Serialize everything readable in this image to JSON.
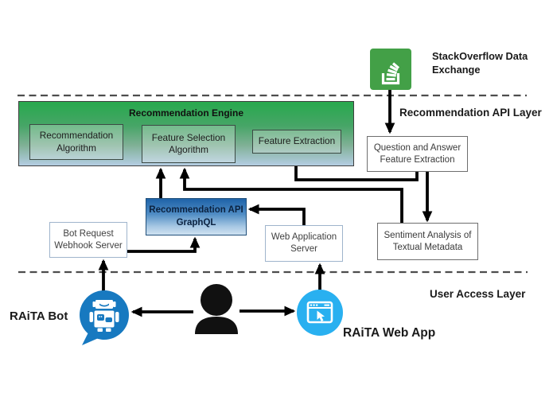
{
  "stackoverflow": {
    "label": "StackOverflow Data Exchange",
    "brand_color": "#43a047"
  },
  "layers": {
    "api": {
      "label": "Recommendation API Layer"
    },
    "user": {
      "label": "User Access Layer"
    }
  },
  "engine": {
    "title": "Recommendation Engine",
    "gradient_top": "#27a94d",
    "gradient_bottom": "#b4cde3",
    "boxes": [
      {
        "label": "Recommendation Algorithm"
      },
      {
        "label": "Feature Selection Algorithm"
      },
      {
        "label": "Feature Extraction"
      }
    ]
  },
  "nodes": {
    "qa_extraction": {
      "label": "Question and Answer Feature Extraction"
    },
    "sentiment": {
      "label": "Sentiment Analysis of Textual Metadata"
    },
    "graphql": {
      "label": "Recommendation API GraphQL",
      "gradient_top": "#1f63a8",
      "gradient_bottom": "#cfe2f1"
    },
    "bot_server": {
      "label": "Bot Request Webhook Server"
    },
    "web_server": {
      "label": "Web Application Server"
    }
  },
  "actors": {
    "bot": {
      "label": "RAiTA Bot",
      "color": "#1779c0"
    },
    "web_app": {
      "label": "RAiTA Web App",
      "color": "#29b0f0"
    },
    "user": {
      "color": "#111111"
    }
  },
  "edges": [
    {
      "from": "stackoverflow-data-exchange",
      "to": "question-answer-feature-extraction"
    },
    {
      "from": "question-answer-feature-extraction",
      "to": "feature-extraction"
    },
    {
      "from": "question-answer-feature-extraction",
      "to": "sentiment-analysis"
    },
    {
      "from": "sentiment-analysis",
      "to": "feature-selection-algorithm"
    },
    {
      "from": "recommendation-api-graphql",
      "to": "feature-selection-algorithm"
    },
    {
      "from": "feature-selection-algorithm",
      "to": "recommendation-algorithm"
    },
    {
      "from": "feature-extraction",
      "to": "feature-selection-algorithm"
    },
    {
      "from": "web-application-server",
      "to": "recommendation-api-graphql"
    },
    {
      "from": "bot-request-webhook-server",
      "to": "recommendation-api-graphql"
    },
    {
      "from": "raita-bot",
      "to": "bot-request-webhook-server"
    },
    {
      "from": "raita-web-app",
      "to": "web-application-server"
    },
    {
      "from": "user",
      "to": "raita-bot"
    },
    {
      "from": "user",
      "to": "raita-web-app"
    }
  ]
}
